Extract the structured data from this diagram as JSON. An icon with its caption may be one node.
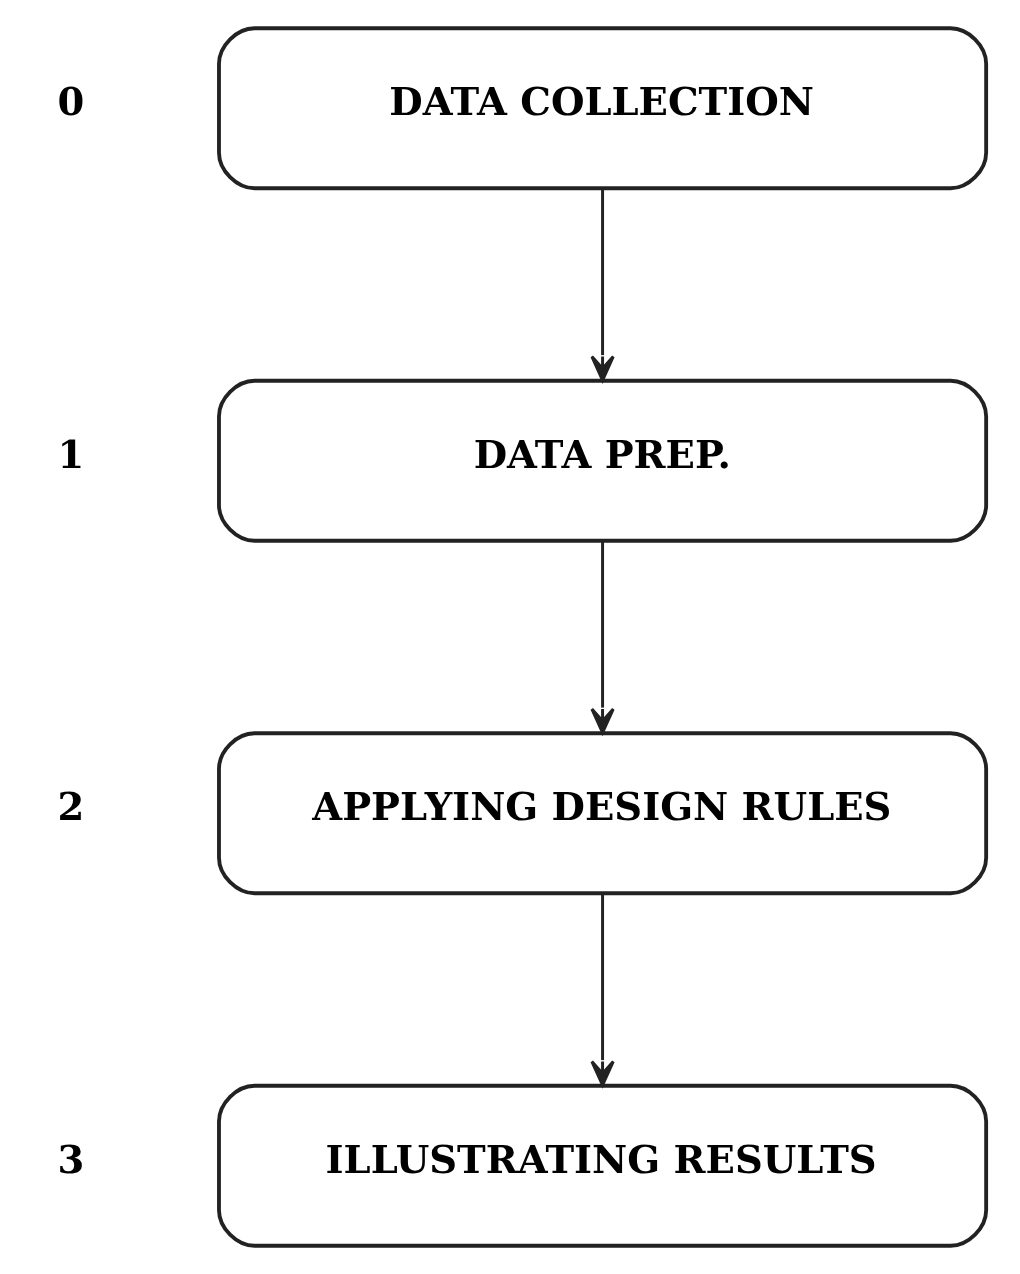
{
  "diagram": {
    "nodes": [
      {
        "text": [
          "DATA COLLECTION"
        ],
        "beside": [
          "0"
        ]
      },
      {
        "text": [
          "DATA PREP."
        ],
        "beside": [
          "1"
        ]
      },
      {
        "text": [
          "APPLYING DESIGN RULES"
        ],
        "beside": [
          "2"
        ]
      },
      {
        "text": [
          "ILLUSTRATING RESULTS"
        ],
        "beside": [
          "3"
        ]
      }
    ],
    "edges": [
      {
        "from": 0,
        "to": 1,
        "arrow": "to"
      },
      {
        "from": 1,
        "to": 2,
        "arrow": "to"
      },
      {
        "from": 2,
        "to": 3,
        "arrow": "to"
      }
    ]
  }
}
